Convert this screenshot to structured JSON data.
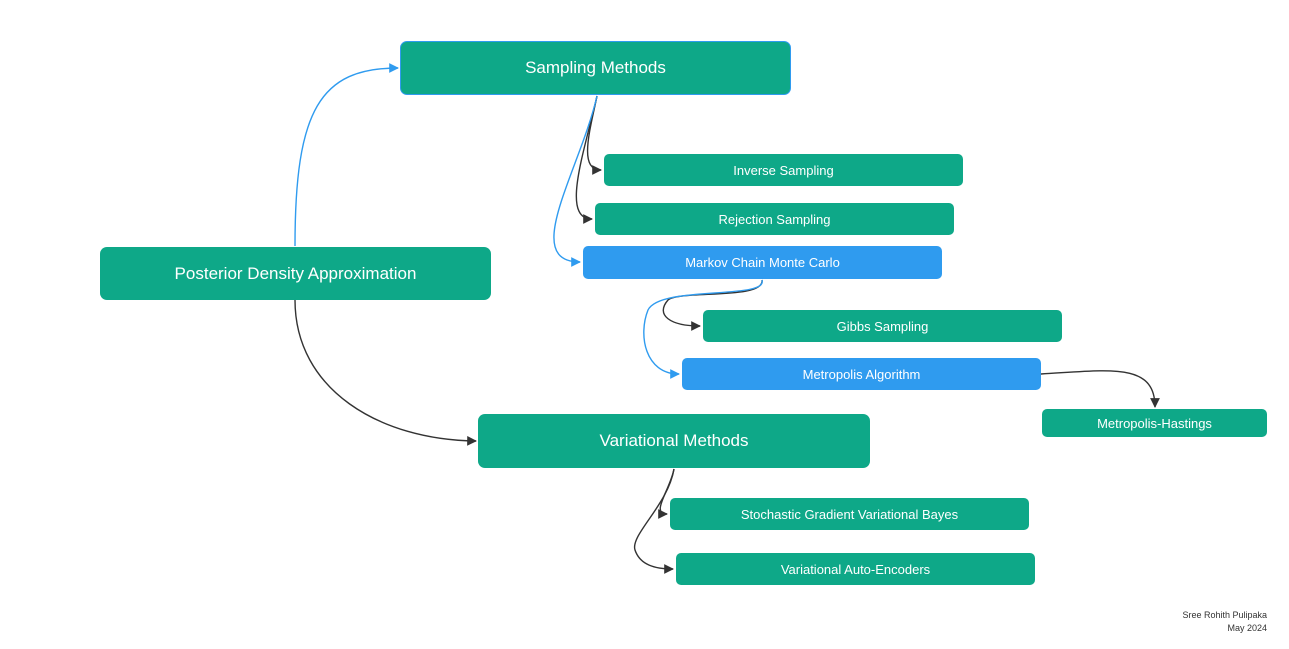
{
  "colors": {
    "node_teal": "#0ea888",
    "node_blue": "#2f9bef",
    "edge_dark": "#333333",
    "edge_blue": "#2f9bef"
  },
  "nodes": {
    "root": "Posterior Density Approximation",
    "sampling": "Sampling Methods",
    "inverse": "Inverse Sampling",
    "rejection": "Rejection Sampling",
    "mcmc": "Markov Chain Monte Carlo",
    "gibbs": "Gibbs Sampling",
    "metropolis": "Metropolis Algorithm",
    "metropolis_hastings": "Metropolis-Hastings",
    "variational": "Variational Methods",
    "sgvb": "Stochastic Gradient Variational Bayes",
    "vae": "Variational Auto-Encoders"
  },
  "credit": {
    "author": "Sree Rohith Pulipaka",
    "date": "May 2024"
  }
}
